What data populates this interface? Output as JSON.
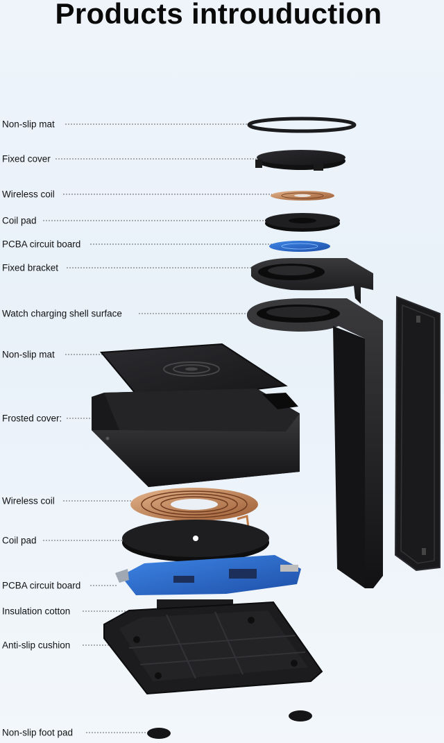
{
  "title": "Products introuduction",
  "colors": {
    "background": "#eef4fa",
    "part_black": "#1b1b1d",
    "copper": "#c98a5a",
    "pcb_blue": "#2f6fd0",
    "leader_line": "#333333"
  },
  "labels": [
    "Non-slip mat",
    "Fixed cover",
    "Wireless coil",
    "Coil pad",
    "PCBA circuit board",
    "Fixed bracket",
    "Watch charging shell surface",
    "Non-slip mat",
    "Frosted cover:",
    "Wireless coil",
    "Coil pad",
    "PCBA circuit board",
    "Insulation cotton",
    "Anti-slip cushion",
    "Non-slip foot pad"
  ]
}
